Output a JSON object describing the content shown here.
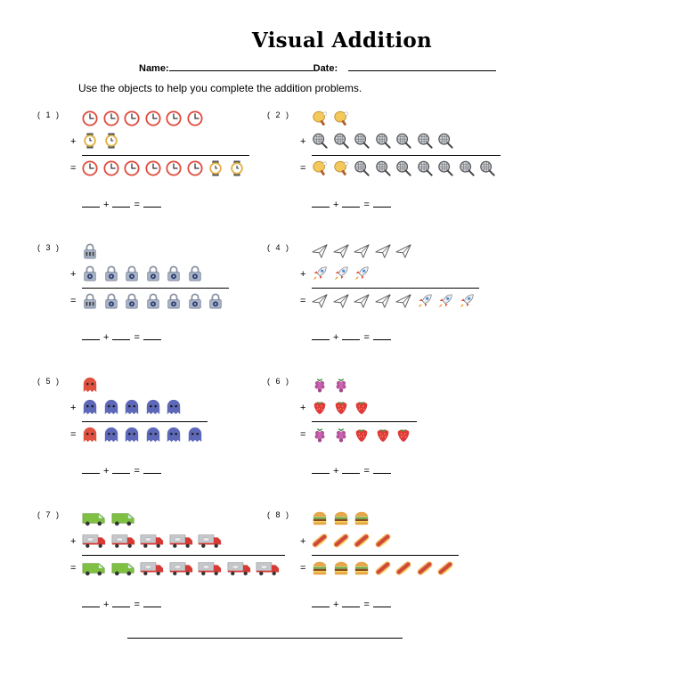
{
  "header": {
    "title": "Visual Addition",
    "name_label": "Name:",
    "date_label": "Date:",
    "instructions": "Use the objects to help you complete the addition problems."
  },
  "equation": {
    "plus": "+",
    "equals": "="
  },
  "problems": [
    {
      "label": "( 1 )",
      "top": [
        "clock-icon",
        "clock-icon",
        "clock-icon",
        "clock-icon",
        "clock-icon",
        "clock-icon"
      ],
      "add": [
        "wristwatch-icon",
        "wristwatch-icon"
      ]
    },
    {
      "label": "( 2 )",
      "top": [
        "ping-pong-paddle-icon",
        "ping-pong-paddle-icon"
      ],
      "add": [
        "tennis-racket-icon",
        "tennis-racket-icon",
        "tennis-racket-icon",
        "tennis-racket-icon",
        "tennis-racket-icon",
        "tennis-racket-icon",
        "tennis-racket-icon"
      ]
    },
    {
      "label": "( 3 )",
      "top": [
        "combination-lock-icon"
      ],
      "add": [
        "padlock-icon",
        "padlock-icon",
        "padlock-icon",
        "padlock-icon",
        "padlock-icon",
        "padlock-icon"
      ]
    },
    {
      "label": "( 4 )",
      "top": [
        "paper-plane-icon",
        "paper-plane-icon",
        "paper-plane-icon",
        "paper-plane-icon",
        "paper-plane-icon"
      ],
      "add": [
        "rocket-icon",
        "rocket-icon",
        "rocket-icon"
      ]
    },
    {
      "label": "( 5 )",
      "top": [
        "red-ghost-icon"
      ],
      "add": [
        "blue-ghost-icon",
        "blue-ghost-icon",
        "blue-ghost-icon",
        "blue-ghost-icon",
        "blue-ghost-icon"
      ]
    },
    {
      "label": "( 6 )",
      "top": [
        "raspberry-icon",
        "raspberry-icon"
      ],
      "add": [
        "strawberry-icon",
        "strawberry-icon",
        "strawberry-icon"
      ]
    },
    {
      "label": "( 7 )",
      "top": [
        "green-van-icon",
        "green-van-icon"
      ],
      "add": [
        "red-truck-icon",
        "red-truck-icon",
        "red-truck-icon",
        "red-truck-icon",
        "red-truck-icon"
      ]
    },
    {
      "label": "( 8 )",
      "top": [
        "burger-icon",
        "burger-icon",
        "burger-icon"
      ],
      "add": [
        "hotdog-icon",
        "hotdog-icon",
        "hotdog-icon",
        "hotdog-icon"
      ]
    }
  ]
}
